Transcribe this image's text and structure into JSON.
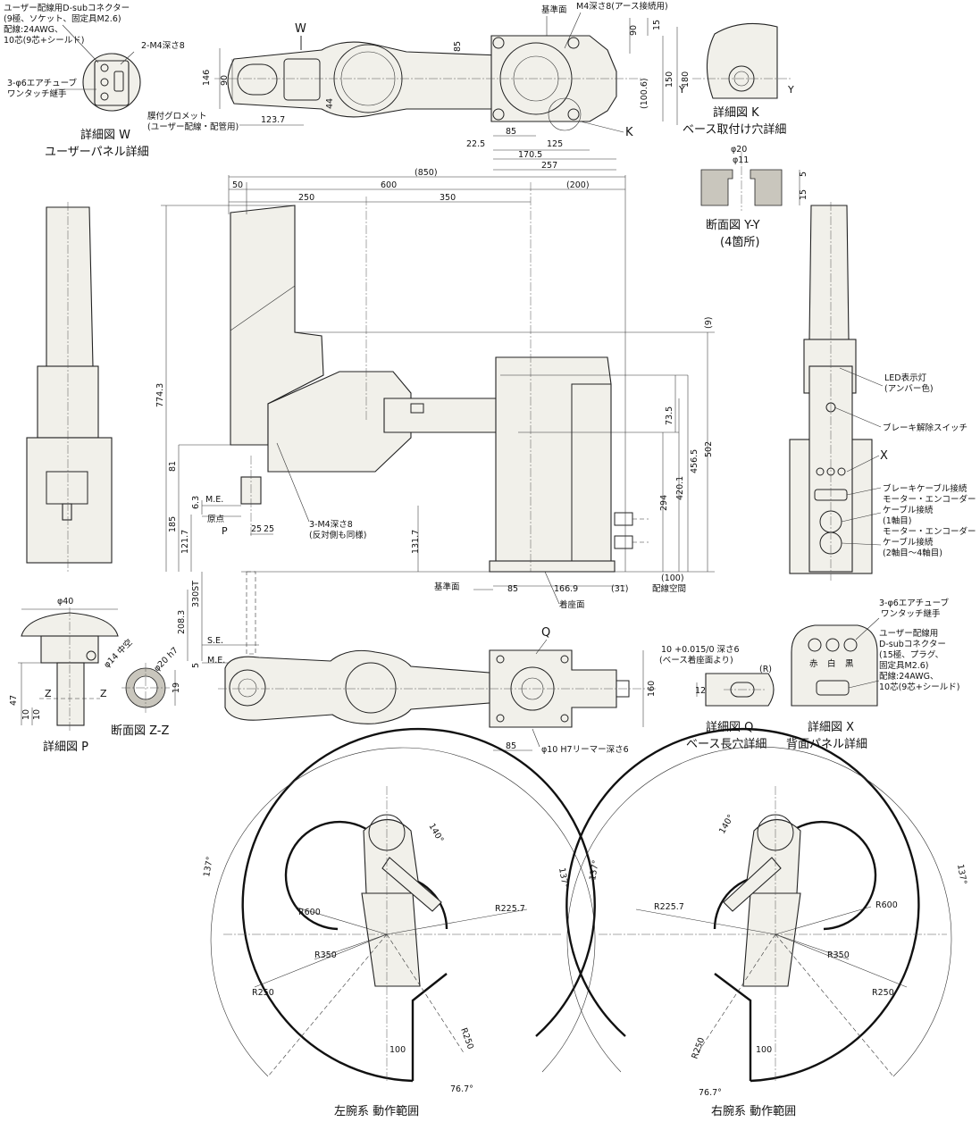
{
  "views": {
    "detail_w": {
      "title": "詳細図 W",
      "subtitle": "ユーザーパネル詳細",
      "view_letter": "W",
      "note_connector_1": "ユーザー配線用D-subコネクター",
      "note_connector_2": "(9極、ソケット、固定具M2.6)",
      "note_connector_3": "配線:24AWG、",
      "note_connector_4": "10芯(9芯+シールド)",
      "note_tap": "2-M4深さ8",
      "note_tube_1": "3-φ6エアチューブ",
      "note_tube_2": "ワンタッチ継手",
      "note_grommet_1": "膜付グロメット",
      "note_grommet_2": "(ユーザー配線・配管用)",
      "dim_146": "146",
      "dim_90": "90",
      "dim_123_7": "123.7",
      "dim_44": "44"
    },
    "top_view": {
      "label_kijunmen": "基準面",
      "note_earth": "M4深さ8(アース接続用)",
      "dim_85_v": "85",
      "dim_90": "90",
      "dim_15": "15",
      "dim_100_6": "(100.6)",
      "dim_150": "150",
      "dim_180": "180",
      "dim_22_5": "22.5",
      "dim_85": "85",
      "dim_125": "125",
      "dim_170_5": "170.5",
      "dim_257": "257",
      "view_letter_k": "K"
    },
    "detail_k": {
      "title": "詳細図 K",
      "subtitle": "ベース取付け穴詳細",
      "y_left": "Y",
      "y_right": "Y"
    },
    "section_yy": {
      "dim_phi20": "φ20",
      "dim_phi11": "φ11",
      "dim_5": "5",
      "dim_15": "15",
      "title": "断面図 Y-Y",
      "subtitle": "(4箇所)"
    },
    "side_view": {
      "dim_850": "(850)",
      "dim_50": "50",
      "dim_600": "600",
      "dim_250": "250",
      "dim_350": "350",
      "dim_200": "(200)",
      "dim_774_3": "774.3",
      "dim_9": "(9)",
      "dim_73_5": "73.5",
      "dim_456_5": "456.5",
      "dim_420_1": "420.1",
      "dim_502": "502",
      "dim_294": "294",
      "dim_131_7": "131.7",
      "dim_81": "81",
      "dim_185": "185",
      "dim_121_7": "121.7",
      "dim_6_3": "6.3",
      "dim_25a": "25",
      "dim_25b": "25",
      "label_me": "M.E.",
      "label_origin": "原点",
      "label_p": "P",
      "note_tap_1": "3-M4深さ8",
      "note_tap_2": "(反対側も同様)",
      "label_kijunmen": "基準面",
      "dim_85": "85",
      "dim_166_9": "166.9",
      "dim_31": "(31)",
      "dim_100": "(100)",
      "label_wiring_space": "配線空間",
      "label_chakuza": "着座面",
      "dim_330st": "330ST",
      "dim_208_3": "208.3",
      "dim_5": "5",
      "label_se": "S.E.",
      "label_me2": "M.E."
    },
    "rear_view": {
      "note_led_1": "LED表示灯",
      "note_led_2": "(アンバー色)",
      "note_brake_sw": "ブレーキ解除スイッチ",
      "view_letter_x": "X",
      "note_brake_cable": "ブレーキケーブル接続",
      "note_motor_1a": "モーター・エンコーダー",
      "note_motor_1b": "ケーブル接続",
      "note_motor_1c": "(1軸目)",
      "note_motor_2a": "モーター・エンコーダー",
      "note_motor_2b": "ケーブル接続",
      "note_motor_2c": "(2軸目〜4軸目)"
    },
    "detail_p": {
      "dim_phi40": "φ40",
      "dim_phi14": "φ14 中空",
      "dim_phi20": "φ20 h7",
      "dim_19": "19",
      "dim_47": "47",
      "dim_10a": "10",
      "dim_10b": "10",
      "z_left": "Z",
      "z_right": "Z",
      "title_zz": "断面図 Z-Z",
      "title": "詳細図 P"
    },
    "bottom_view": {
      "view_letter_q": "Q",
      "dim_160": "160",
      "dim_85": "85",
      "note_ream": "φ10 H7リーマー深さ6"
    },
    "detail_q": {
      "note_depth": "10 +0.015/0 深さ6",
      "note_ref": "(ベース着座面より)",
      "dim_r": "(R)",
      "dim_12": "12",
      "title": "詳細図 Q",
      "subtitle": "ベース長穴詳細"
    },
    "detail_x": {
      "note_tube_1": "3-φ6エアチューブ",
      "note_tube_2": "ワンタッチ継手",
      "label_red": "赤",
      "label_white": "白",
      "label_black": "黒",
      "note_conn_1": "ユーザー配線用",
      "note_conn_2": "D-subコネクター",
      "note_conn_3": "(15極、プラグ、",
      "note_conn_4": "固定具M2.6)",
      "note_conn_5": "配線:24AWG、",
      "note_conn_6": "10芯(9芯+シールド)",
      "title": "詳細図 X",
      "subtitle": "背面パネル詳細"
    },
    "range_left": {
      "angle_140": "140°",
      "angle_137a": "137°",
      "angle_137b": "137°",
      "r600": "R600",
      "r225_7": "R225.7",
      "r350": "R350",
      "r250a": "R250",
      "r250b": "R250",
      "dim_100": "100",
      "angle_76_7": "76.7°",
      "title": "左腕系 動作範囲"
    },
    "range_right": {
      "angle_140": "140°",
      "angle_137a": "137°",
      "angle_137b": "137°",
      "r600": "R600",
      "r225_7": "R225.7",
      "r350": "R350",
      "r250a": "R250",
      "r250b": "R250",
      "dim_100": "100",
      "angle_76_7": "76.7°",
      "title": "右腕系 動作範囲"
    }
  }
}
